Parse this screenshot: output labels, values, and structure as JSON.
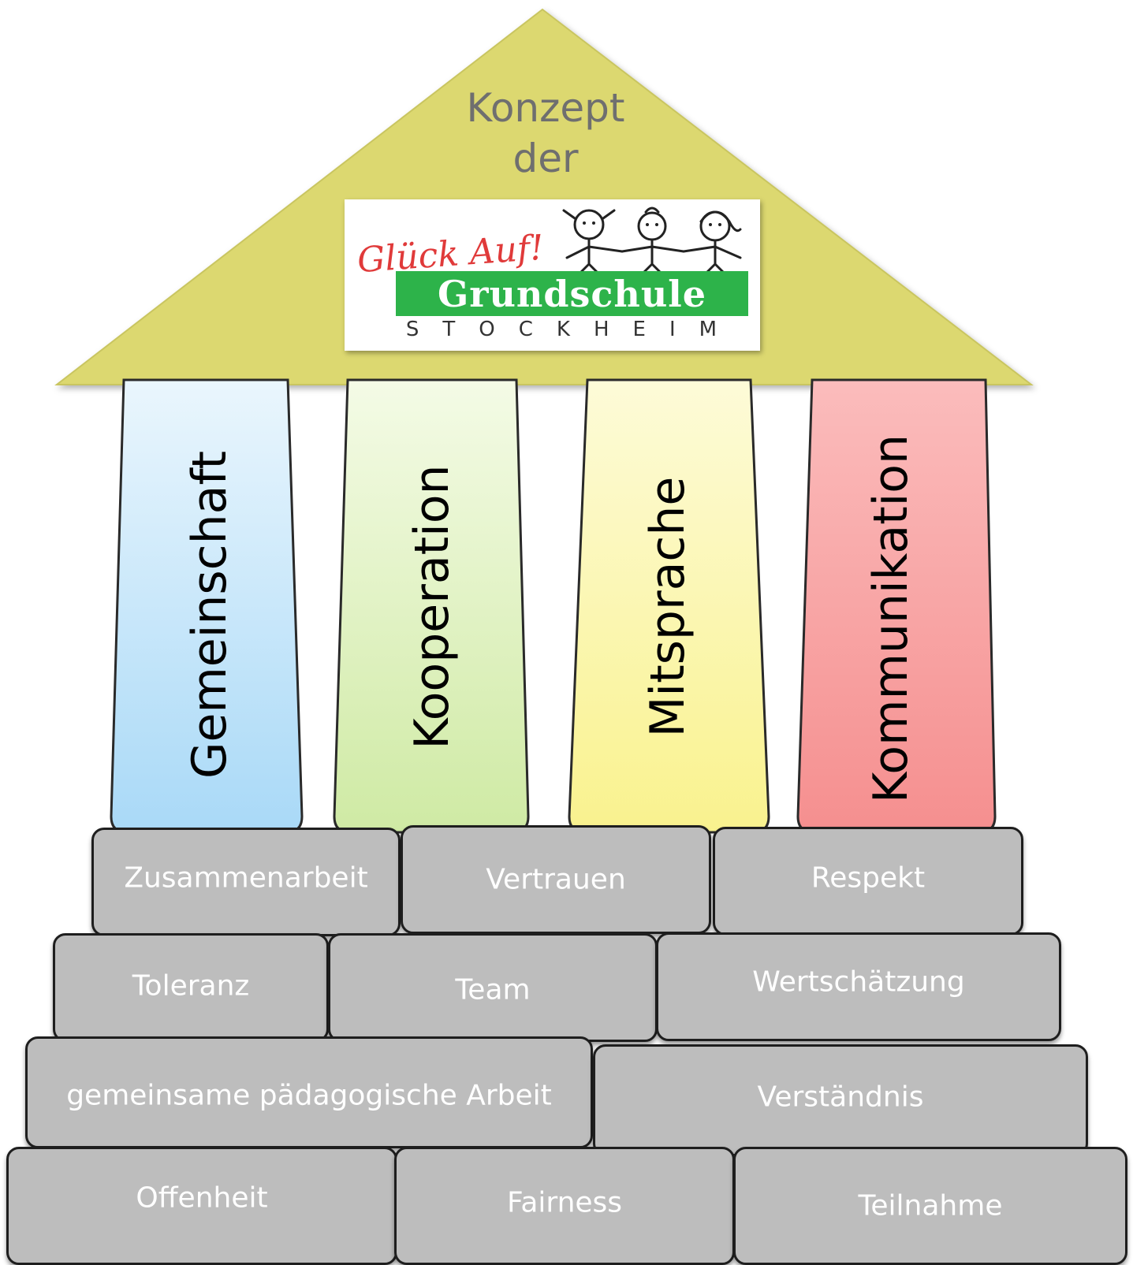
{
  "roof": {
    "title_line1": "Konzept",
    "title_line2": "der",
    "color": "#dcd870"
  },
  "logo": {
    "slogan": "Glück Auf!",
    "school": "Grundschule",
    "town": "STOCKHEIM",
    "brand_color": "#2db34a",
    "slogan_color": "#e03a3a",
    "icon": "three-children-holding-hands-icon"
  },
  "pillars": [
    {
      "label": "Gemeinschaft",
      "color_top": "#eaf6fd",
      "color_bottom": "#a9d9f7"
    },
    {
      "label": "Kooperation",
      "color_top": "#f4fbe6",
      "color_bottom": "#cfeaa4"
    },
    {
      "label": "Mitsprache",
      "color_top": "#fdfbd8",
      "color_bottom": "#f9f28e"
    },
    {
      "label": "Kommunikation",
      "color_top": "#fbbcbc",
      "color_bottom": "#f58f8f"
    }
  ],
  "foundation": {
    "brick_color": "#bdbdbd",
    "rows": [
      [
        "Zusammenarbeit",
        "Vertrauen",
        "Respekt"
      ],
      [
        "Toleranz",
        "Team",
        "Wertschätzung"
      ],
      [
        "gemeinsame pädagogische Arbeit",
        "Verständnis"
      ],
      [
        "Offenheit",
        "Fairness",
        "Teilnahme"
      ]
    ]
  }
}
